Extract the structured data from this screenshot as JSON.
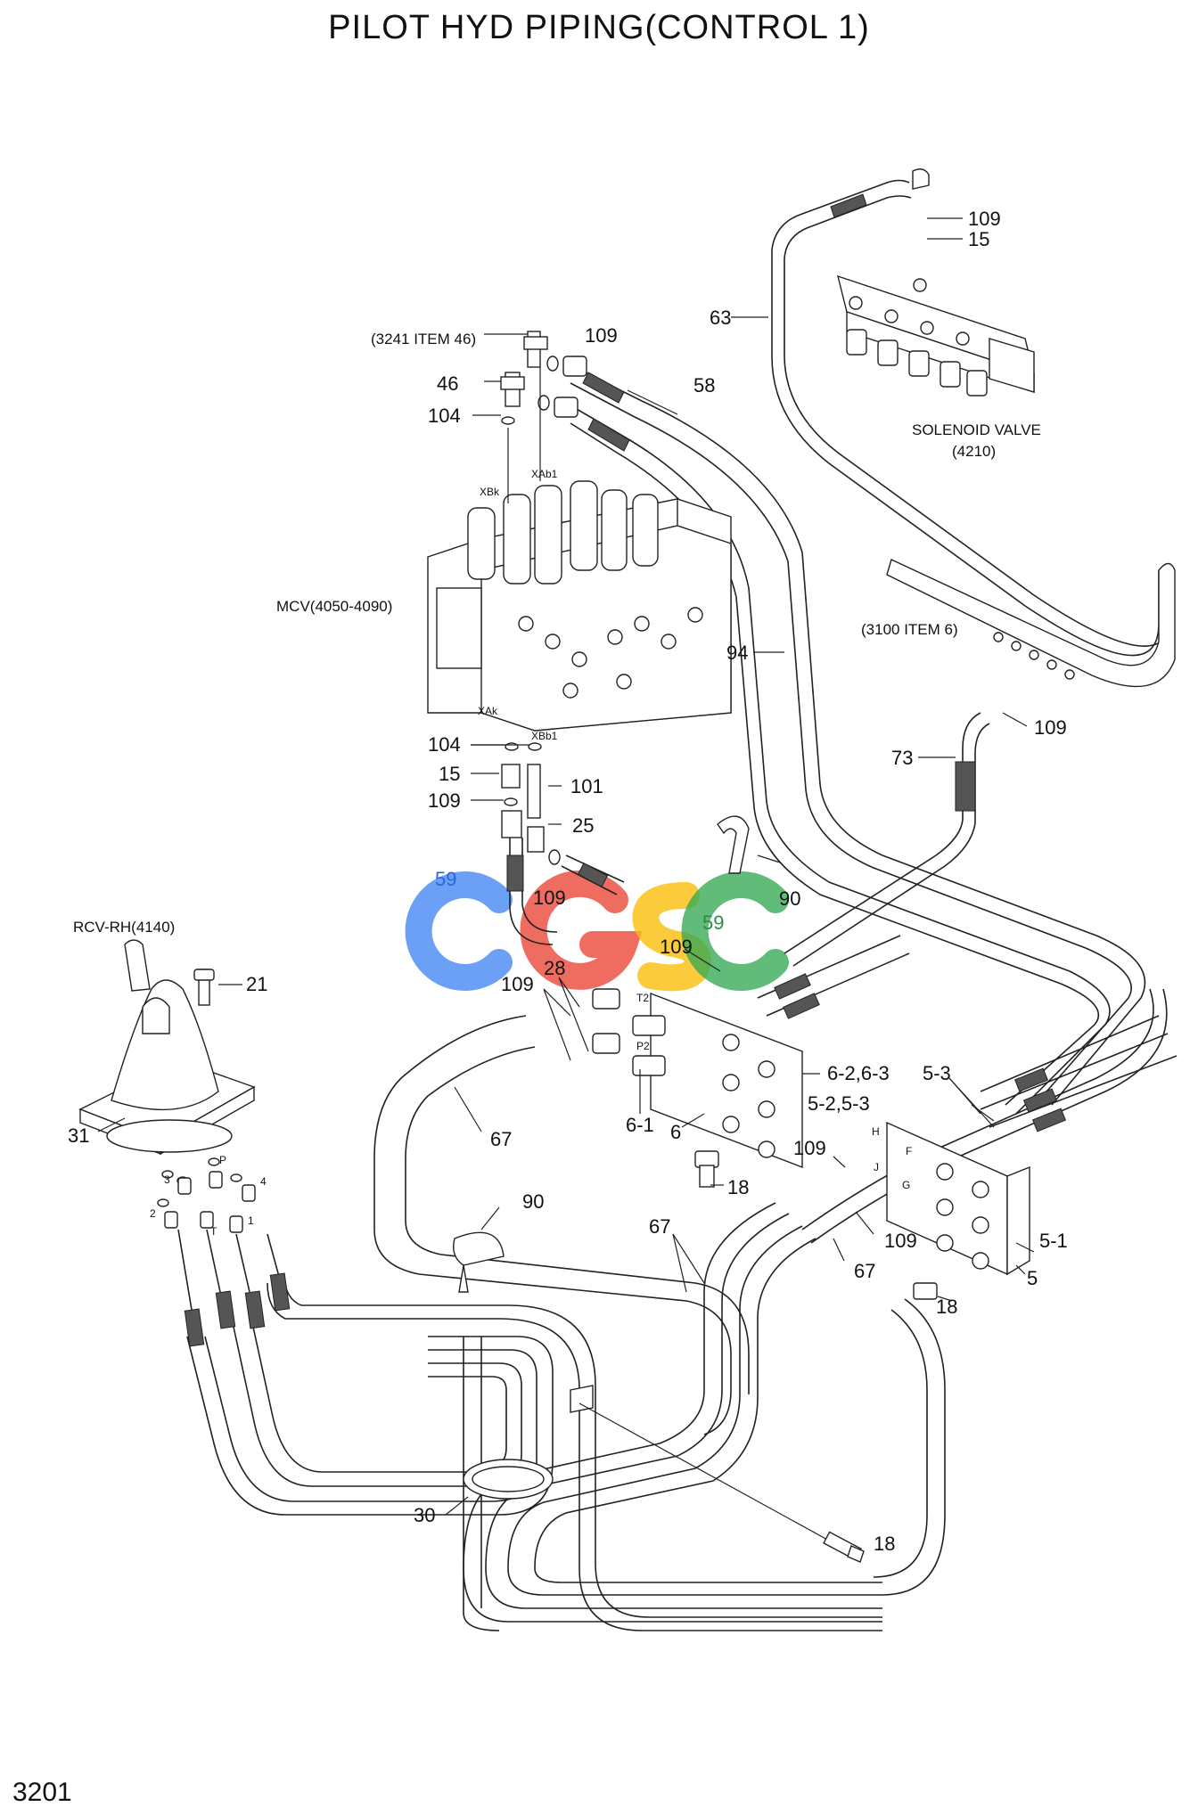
{
  "title": "PILOT HYD PIPING(CONTROL 1)",
  "page_number": "3201",
  "watermark": {
    "text": "CGSC",
    "colors": [
      "#4285f4",
      "#ea4335",
      "#fbbc05",
      "#34a853"
    ]
  },
  "components": {
    "mcv": "MCV(4050-4090)",
    "solenoid": "SOLENOID VALVE",
    "solenoid_ref": "(4210)",
    "rcv": "RCV-RH(4140)",
    "ref_3241": "(3241 ITEM 46)",
    "ref_3100": "(3100 ITEM 6)"
  },
  "port_labels": {
    "xbk": "XBk",
    "xab1": "XAb1",
    "xak": "XAk",
    "xbb1": "XBb1",
    "t2": "T2",
    "p2": "P2",
    "h": "H",
    "f": "F",
    "j": "J",
    "g": "G",
    "p": "P",
    "t": "T",
    "r1": "1",
    "r2": "2",
    "r3": "3",
    "r4": "4"
  },
  "callouts": {
    "c109_a": "109",
    "c15_a": "15",
    "c63": "63",
    "c109_b": "109",
    "c58": "58",
    "c46": "46",
    "c104_a": "104",
    "c94": "94",
    "c109_c": "109",
    "c73": "73",
    "c104_b": "104",
    "c15_b": "15",
    "c101": "101",
    "c109_d": "109",
    "c25": "25",
    "c59_a": "59",
    "c109_e": "109",
    "c59_b": "59",
    "c90_a": "90",
    "c21": "21",
    "c109_f": "109",
    "c28": "28",
    "c109_g": "109",
    "c6_23": "6-2,6-3",
    "c5_3": "5-3",
    "c5_25_3": "5-2,5-3",
    "c31": "31",
    "c67_a": "67",
    "c6_1": "6-1",
    "c6": "6",
    "c109_h": "109",
    "c18_a": "18",
    "c90_b": "90",
    "c67_b": "67",
    "c109_i": "109",
    "c5_1": "5-1",
    "c67_c": "67",
    "c5": "5",
    "c18_b": "18",
    "c30": "30",
    "c18_c": "18"
  }
}
